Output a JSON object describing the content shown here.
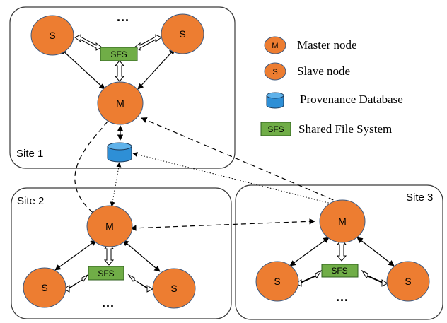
{
  "diagram": {
    "sites": [
      {
        "label": "Site 1"
      },
      {
        "label": "Site 2"
      },
      {
        "label": "Site 3"
      }
    ],
    "node_labels": {
      "master": "M",
      "slave": "S",
      "sfs": "SFS"
    },
    "ellipsis": "...",
    "legend": {
      "master": {
        "symbol": "M",
        "text": "Master node"
      },
      "slave": {
        "symbol": "S",
        "text": "Slave node"
      },
      "database": {
        "text": "Provenance Database"
      },
      "sfs": {
        "symbol": "SFS",
        "text": "Shared File System"
      }
    },
    "colors": {
      "node_fill": "#ed7d31",
      "sfs_fill": "#70ad47",
      "database_fill": "#2e8fd6"
    }
  }
}
